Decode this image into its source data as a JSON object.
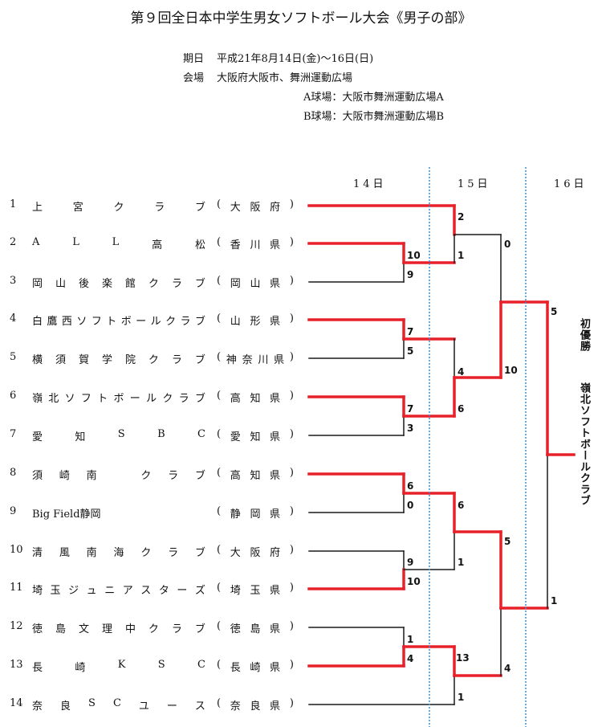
{
  "title": "第９回全日本中学生男女ソフトボール大会《男子の部》",
  "info": {
    "date_label": "期日",
    "date_value": "平成21年8月14日(金)～16日(日)",
    "venue_label": "会場",
    "venue_value": "大阪府大阪市、舞洲運動広場",
    "field_a": "A球場：大阪市舞洲運動広場A",
    "field_b": "B球場：大阪市舞洲運動広場B"
  },
  "days": [
    "14日",
    "15日",
    "16日"
  ],
  "teams": [
    {
      "seed": "1",
      "name": "上宮クラブ",
      "pref": "大阪府"
    },
    {
      "seed": "2",
      "name": "ALL高松",
      "pref": "香川県"
    },
    {
      "seed": "3",
      "name": "岡山後楽館クラブ",
      "pref": "岡山県"
    },
    {
      "seed": "4",
      "name": "白鷹西ソフトボールクラブ",
      "pref": "山形県"
    },
    {
      "seed": "5",
      "name": "横須賀学院クラブ",
      "pref": "神奈川県"
    },
    {
      "seed": "6",
      "name": "嶺北ソフトボールクラブ",
      "pref": "高知県"
    },
    {
      "seed": "7",
      "name": "愛知SBC",
      "pref": "愛知県"
    },
    {
      "seed": "8",
      "name": "須崎南　クラブ",
      "pref": "高知県"
    },
    {
      "seed": "9",
      "name": "Big Field静岡",
      "pref": "静岡県"
    },
    {
      "seed": "10",
      "name": "清風南海クラブ",
      "pref": "大阪府"
    },
    {
      "seed": "11",
      "name": "埼玉ジュニアスターズ",
      "pref": "埼玉県"
    },
    {
      "seed": "12",
      "name": "徳島文理中クラブ",
      "pref": "徳島県"
    },
    {
      "seed": "13",
      "name": "長崎KSC",
      "pref": "長崎県"
    },
    {
      "seed": "14",
      "name": "奈良SCユース",
      "pref": "奈良県"
    }
  ],
  "scores": {
    "r1_2v3": [
      "10",
      "9"
    ],
    "r1_4v5": [
      "7",
      "5"
    ],
    "r1_6v7": [
      "7",
      "3"
    ],
    "r1_8v9": [
      "6",
      "0"
    ],
    "r1_10v11": [
      "9",
      "10"
    ],
    "r1_12v13": [
      "1",
      "4"
    ],
    "r2_1vA": [
      "2",
      "1"
    ],
    "r2_BvC": [
      "4",
      "6"
    ],
    "r2_DvE": [
      "6",
      "1"
    ],
    "r2_Fv14": [
      "13",
      "1"
    ],
    "sf_top": [
      "0",
      "10"
    ],
    "sf_bottom": [
      "5",
      "4"
    ],
    "final": [
      "5",
      "1"
    ]
  },
  "champion": {
    "label": "初優勝",
    "team": "嶺北ソフトボールクラブ"
  },
  "colors": {
    "winner_line": "#e8202a",
    "loser_line": "#1a1a1a",
    "day_divider": "#3a8fd6"
  }
}
